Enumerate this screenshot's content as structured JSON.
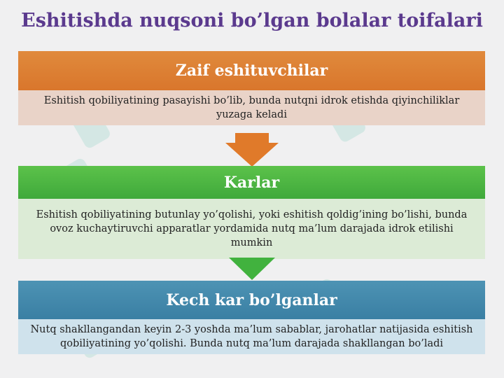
{
  "title": "Eshitishda nuqsoni bo’lgan bolalar toifalari",
  "categories": [
    {
      "heading": "Zaif eshituvchilar",
      "description": "Eshitish qobiliyatining pasayishi bo’lib, bunda nutqni idrok etishda qiyinchiliklar yuzaga keladi"
    },
    {
      "heading": "Karlar",
      "description": "Eshitish qobiliyatining butunlay yo’qolishi, yoki eshitish qoldig’ining bo’lishi, bunda ovoz kuchaytiruvchi apparatlar yordamida nutq ma’lum darajada idrok etilishi mumkin"
    },
    {
      "heading": "Kech kar bo’lganlar",
      "description": "Nutq shakllangandan keyin 2-3 yoshda ma’lum sabablar, jarohatlar natijasida eshitish qobiliyatining yo’qolishi. Bunda nutq ma’lum darajada shakllangan bo’ladi"
    }
  ],
  "colors": {
    "title": "#5b3a8e",
    "block1": "#d9762c",
    "block2": "#3fa93b",
    "block3": "#3a7fa3",
    "arrow1": "#e07a2a",
    "arrow2": "#41b23e"
  }
}
